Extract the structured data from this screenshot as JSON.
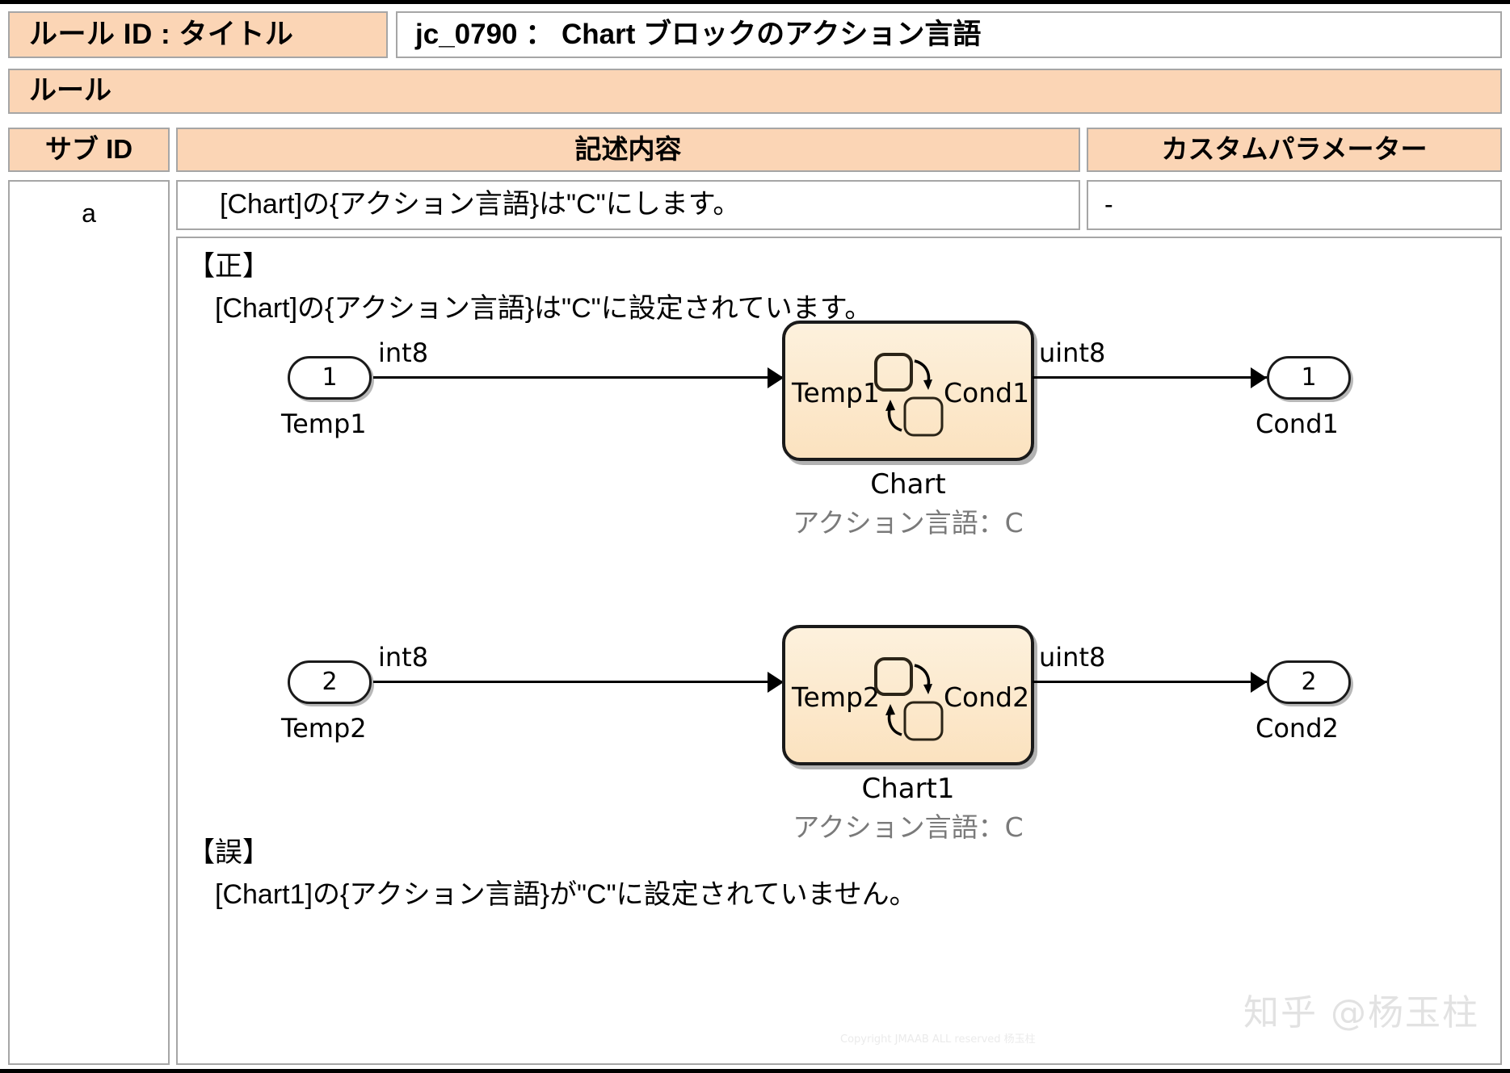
{
  "document": {
    "header": {
      "rule_id_label": "ルール ID : タイトル",
      "rule_id_title": "jc_0790 ： Chart ブロックのアクション言語",
      "rule_band_label": "ルール"
    },
    "columns": {
      "sub_id": "サブ ID",
      "description": "記述内容",
      "custom_parameter": "カスタムパラメーター"
    },
    "row": {
      "sub_id": "a",
      "statement": "[Chart]の{アクション言語}は\"C\"にします。",
      "custom_parameter": "-"
    },
    "detail": {
      "ok_heading": "【正】",
      "ok_sentence": "[Chart]の{アクション言語}は\"C\"に設定されています。",
      "ng_heading": "【誤】",
      "ng_sentence": "[Chart1]の{アクション言語}が\"C\"に設定されていません。"
    },
    "diagrams": [
      {
        "inport_number": "1",
        "inport_name": "Temp1",
        "input_signal_type": "int8",
        "chart_input_label": "Temp1",
        "chart_output_label": "Cond1",
        "chart_title": "Chart",
        "chart_subtitle": "アクション言語：C",
        "output_signal_type": "uint8",
        "outport_number": "1",
        "outport_name": "Cond1"
      },
      {
        "inport_number": "2",
        "inport_name": "Temp2",
        "input_signal_type": "int8",
        "chart_input_label": "Temp2",
        "chart_output_label": "Cond2",
        "chart_title": "Chart1",
        "chart_subtitle": "アクション言語：C",
        "output_signal_type": "uint8",
        "outport_number": "2",
        "outport_name": "Cond2"
      }
    ],
    "watermark": "知乎 @杨玉柱",
    "copyright_mark": "Copyright  JMAAB  ALL  reserved 杨玉柱",
    "colors": {
      "header_fill": "#fbd5b5",
      "border": "#a6a6a6",
      "chart_fill_top": "#fdf1dd",
      "chart_fill_bottom": "#fbe2bf",
      "chart_border": "#1a1a1a",
      "subtitle_gray": "#7a7a7a",
      "watermark_gray": "#e2e2e2"
    }
  }
}
